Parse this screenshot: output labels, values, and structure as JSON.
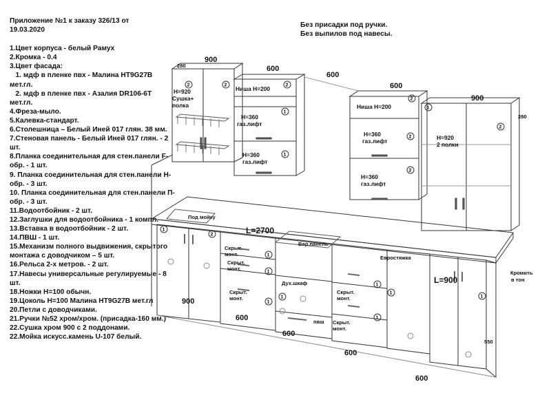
{
  "header": {
    "title_line1": "Приложение №1 к заказу 326/13 от",
    "title_line2": "19.03.2020"
  },
  "notes": {
    "line1": "Без присадки под ручки.",
    "line2": "Без выпилов под навесы."
  },
  "spec": [
    "1.Цвет корпуса - белый Рамух",
    "2.Кромка - 0.4",
    "3.Цвет фасада:",
    "   1. мдф в пленке пвх - Малина HT9G27B мет.гл.",
    "   2. мдф в пленке пвх - Азалия DR106-6T мет.гл.",
    "4.Фреза-мыло.",
    "5.Калевка-стандарт.",
    "6.Столешница – Белый Иней 017 глян. 38 мм.",
    "7.Стеновая панель - Белый Иней 017 глян. - 2 шт.",
    "8.Планка соединительная для стен.панели F-обр. - 1 шт.",
    "9. Планка соединительная для стен.панели Н-обр. - 3 шт.",
    "10. Планка соединительная для стен.панели П-обр. - 3 шт.",
    "11.Водоотбойник - 2 шт.",
    "12.Заглушки для водоотбойника - 1 компл.",
    "13.Вставка в водоотбойник - 2 шт.",
    "14.ПВШ - 1 шт.",
    "15.Механизм полного выдвижения, скрытого монтажа с доводчиком – 5 шт.",
    "16.Рельса 2-х метров. - 2 шт.",
    "17.Навесы универсальные регулируемые - 8 шт.",
    "18.Ножки Н=100 обычн.",
    "19.Цоколь Н=100 Малина HT9G27B мет.гл",
    "20.Петли с доводчиками.",
    "21.Ручки №52 хром/хром. (присадка-160 мм.)",
    "22.Сушка хром 900 с 2 поддонами.",
    "22.Мойка искусс.камень U-107 белый."
  ],
  "dims": {
    "top_900_left": "900",
    "top_600_a": "600",
    "top_600_b": "600",
    "top_600_c": "600",
    "top_900_right": "900",
    "depth_280_left": "280",
    "depth_280_right": "280",
    "bot_900": "900",
    "bot_600_a": "600",
    "bot_600_b": "600",
    "bot_600_c": "600",
    "bot_600_d": "600",
    "side_550": "550",
    "run_total": "L=2700",
    "run_right": "L=900"
  },
  "labels": {
    "h920_dryer_1": "H=920",
    "h920_dryer_2": "Сушка+",
    "h920_dryer_3": "полка",
    "niche_left": "Ниша H=200",
    "niche_right": "Ниша H=200",
    "gas_1a": "H=360",
    "gas_1b": "газ.лифт",
    "gas_2a": "H=360",
    "gas_2b": "газ.лифт",
    "gas_3a": "H=360",
    "gas_3b": "газ.лифт",
    "gas_4a": "H=360",
    "gas_4b": "газ.лифт",
    "h920_shelves_1": "H=920",
    "h920_shelves_2": "2 полки",
    "sink": "Под мойку",
    "hidden_1a": "Скрыт.",
    "hidden_1b": "монт.",
    "hidden_2a": "Скрыт.",
    "hidden_2b": "монт.",
    "hidden_3a": "Скрыт.",
    "hidden_3b": "монт.",
    "hidden_4a": "Скрыт.",
    "hidden_4b": "монт.",
    "hidden_5a": "Скрыт.",
    "hidden_5b": "монт.",
    "cooktop": "Вар.панель",
    "oven": "Дух.шкаф",
    "dishwasher": "пвш",
    "euro_screw": "Евростяжка",
    "trim_1": "Кромить",
    "trim_2": "в тон"
  },
  "facade_marks": {
    "m1": "2",
    "m2": "2",
    "m3": "2",
    "m4": "1",
    "m5": "1",
    "m6": "2",
    "m7": "2",
    "m8": "2",
    "m9": "1",
    "m10": "2",
    "m11": "1",
    "m12": "2",
    "m13": "1",
    "m14": "1",
    "m15": "1",
    "m16": "1",
    "m17": "1",
    "m18": "1",
    "m19": "1",
    "m20": "1"
  }
}
